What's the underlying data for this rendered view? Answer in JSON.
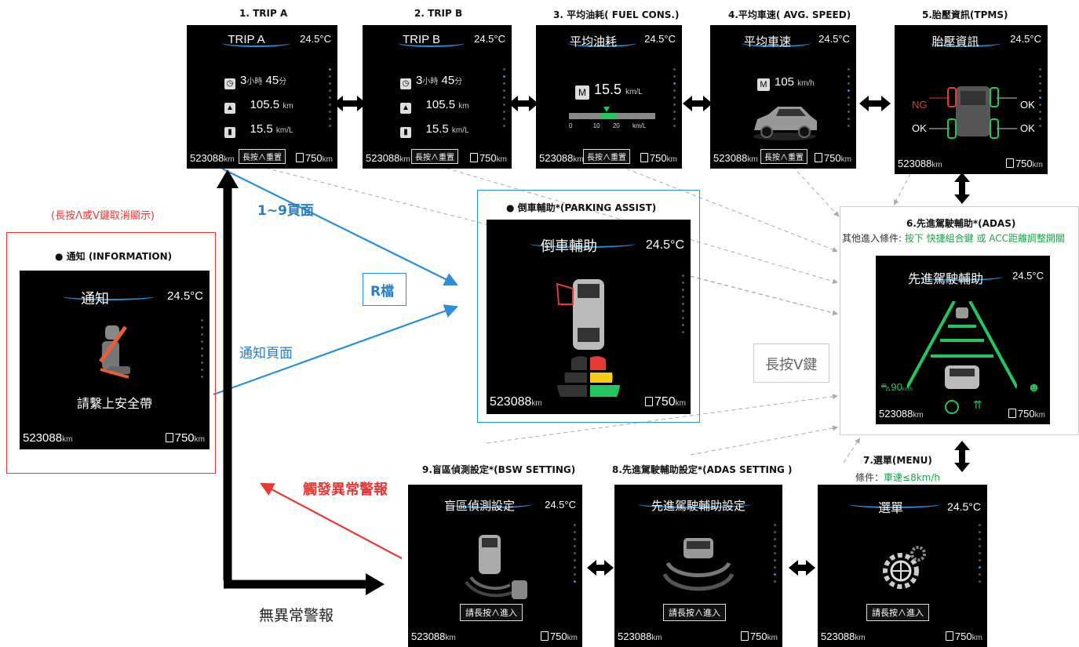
{
  "titles": {
    "tripA": "1. TRIP A",
    "tripB": "2. TRIP B",
    "fuel": "3. 平均油耗( FUEL CONS.)",
    "speed": "4.平均車速( AVG. SPEED)",
    "tpms": "5.胎壓資訊(TPMS)",
    "adas": "6.先進駕駛輔助*(ADAS)",
    "parking": "● 倒車輔助*(PARKING ASSIST)",
    "info": "● 通知 (INFORMATION)",
    "menu": "7.選單(MENU)",
    "adas_setting": "8.先進駕駛輔助設定*(ADAS SETTING )",
    "bsw": "9.盲區偵測設定*(BSW SETTING)"
  },
  "adas_condition": {
    "prefix": "其他進入條件: ",
    "value": "按下 快捷組合鍵 或 ACC距離調整開關"
  },
  "menu_condition": {
    "prefix": "條件：",
    "value": "車速≤8km/h"
  },
  "labels": {
    "cancel": "(長按Λ或V鍵取消顯示)",
    "pages": "1~9頁面",
    "r_gear": "R檔",
    "notice_page": "通知頁面",
    "long_press_v": "長按V鍵",
    "abnormal": "觸發異常警報",
    "no_abnormal": "無異常警報"
  },
  "common": {
    "temp": "24.5°C",
    "odo": "523088",
    "odo_unit": "km",
    "range": "750",
    "range_unit": "km",
    "reset_btn": "長按∧重置",
    "enter_btn": "請長按∧進入"
  },
  "tripA": {
    "header": "TRIP A",
    "time_h": "3",
    "time_h_unit": "小時",
    "time_m": "45",
    "time_m_unit": "分",
    "distance": "105.5",
    "distance_unit": "km",
    "consumption": "15.5",
    "consumption_unit": "km/L"
  },
  "tripB": {
    "header": "TRIP B",
    "time_h": "3",
    "time_h_unit": "小時",
    "time_m": "45",
    "time_m_unit": "分",
    "distance": "105.5",
    "distance_unit": "km",
    "consumption": "15.5",
    "consumption_unit": "km/L"
  },
  "fuel": {
    "header": "平均油耗",
    "mode": "M",
    "value": "15.5",
    "unit": "km/L",
    "scale": [
      "0",
      "10",
      "20",
      "km/L"
    ]
  },
  "speed": {
    "header": "平均車速",
    "mode": "M",
    "value": "105",
    "unit": "km/h"
  },
  "tpms": {
    "header": "胎壓資訊",
    "fl": "NG",
    "fr": "OK",
    "rl": "OK",
    "rr": "OK"
  },
  "adas": {
    "header": "先進駕駛輔助",
    "set_speed": "90",
    "set_speed_unit": "km/h"
  },
  "parking": {
    "header": "倒車輔助"
  },
  "info": {
    "header": "通知",
    "message": "請繫上安全帶"
  },
  "menu": {
    "header": "選單"
  },
  "adas_setting": {
    "header": "先進駕駛輔助設定"
  },
  "bsw": {
    "header": "盲區偵測設定"
  },
  "colors": {
    "accent": "#2a8fd8",
    "warn": "#e53935",
    "ok_green": "#22c55e",
    "condition_green": "#1aa34a"
  }
}
